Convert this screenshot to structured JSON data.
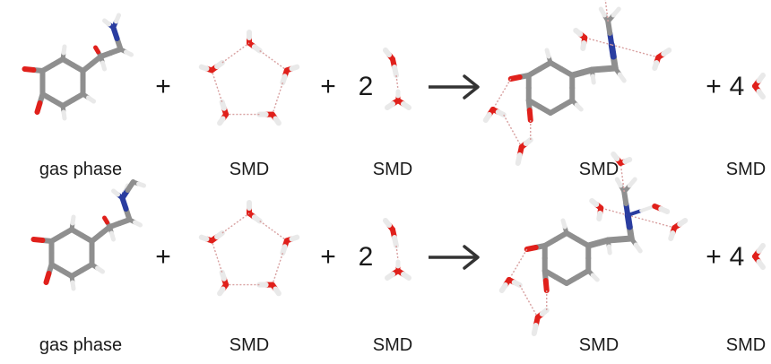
{
  "rows": [
    {
      "labels": [
        "gas phase",
        "SMD",
        "SMD",
        "SMD",
        "SMD"
      ],
      "operators": [
        "+",
        "+",
        "+"
      ],
      "coefficients": [
        "2",
        "4"
      ]
    },
    {
      "labels": [
        "gas phase",
        "SMD",
        "SMD",
        "SMD",
        "SMD"
      ],
      "operators": [
        "+",
        "+",
        "+"
      ],
      "coefficients": [
        "2",
        "4"
      ]
    }
  ],
  "colors": {
    "carbon": "#8f8f8f",
    "oxygen": "#e0201b",
    "nitrogen": "#2a3da0",
    "hydrogen": "#f2f2f2",
    "hbond": "#d8a0a0",
    "text": "#1a1a1a"
  },
  "icons": [
    "reaction-arrow-icon",
    "water-molecule-icon",
    "water-pentamer-icon",
    "water-dimer-icon",
    "catecholamine-molecule-icon",
    "solvated-complex-icon"
  ]
}
